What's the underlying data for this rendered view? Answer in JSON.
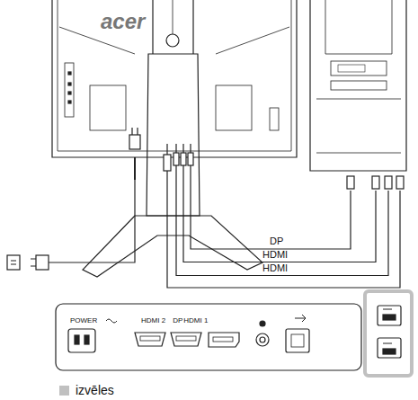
{
  "diagram": {
    "labels": [
      "acer",
      "DP",
      "HDMI",
      "HDMI",
      "POWER",
      "HDMI 2",
      "DP",
      "HDMI 1"
    ],
    "legend": [
      {
        "text": "izvēles",
        "color": "#c0c0c0"
      }
    ]
  }
}
